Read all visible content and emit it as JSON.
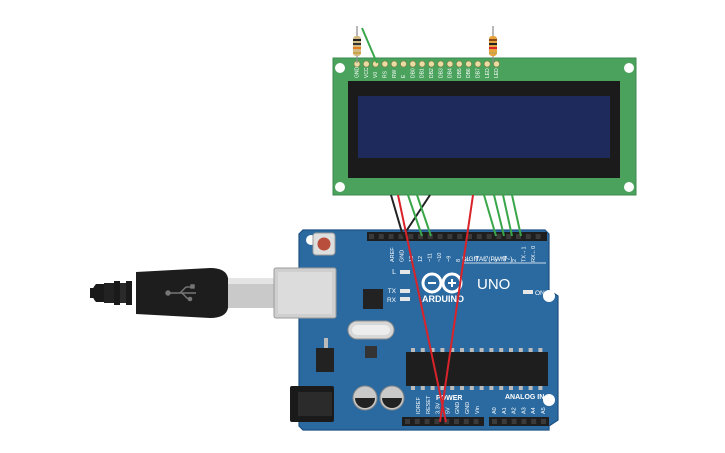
{
  "lcd": {
    "pin_labels": [
      "GND",
      "VCC",
      "V0",
      "RS",
      "RW",
      "E",
      "DB0",
      "DB1",
      "DB2",
      "DB3",
      "DB4",
      "DB5",
      "DB6",
      "DB7",
      "LED",
      "LED"
    ]
  },
  "arduino": {
    "logo_text": "ARDUINO",
    "model": "UNO",
    "digital_label": "DIGITAL (PWM~)",
    "power_label": "POWER",
    "analog_label": "ANALOG IN",
    "on_label": "ON",
    "led_l": "L",
    "led_tx": "TX",
    "led_rx": "RX",
    "digital_pins": [
      "AREF",
      "GND",
      "13",
      "12",
      "~11",
      "~10",
      "~9",
      "8",
      "7",
      "~6",
      "~5",
      "4",
      "~3",
      "2",
      "TX→1",
      "RX←0"
    ],
    "power_pins": [
      "IOREF",
      "RESET",
      "3.3V",
      "5V",
      "GND",
      "GND",
      "Vin"
    ],
    "analog_pins": [
      "A0",
      "A1",
      "A2",
      "A3",
      "A4",
      "A5"
    ]
  },
  "colors": {
    "board": "#2b6aa0",
    "lcd_pcb": "#4aa25d",
    "lcd_screen": "#1f2a5c",
    "wire_red": "#d8232a",
    "wire_green": "#3aa64a",
    "wire_black": "#222222"
  },
  "icons": [
    "usb-cable-icon",
    "usb-symbol-icon",
    "reset-button-icon",
    "resistor-icon"
  ]
}
